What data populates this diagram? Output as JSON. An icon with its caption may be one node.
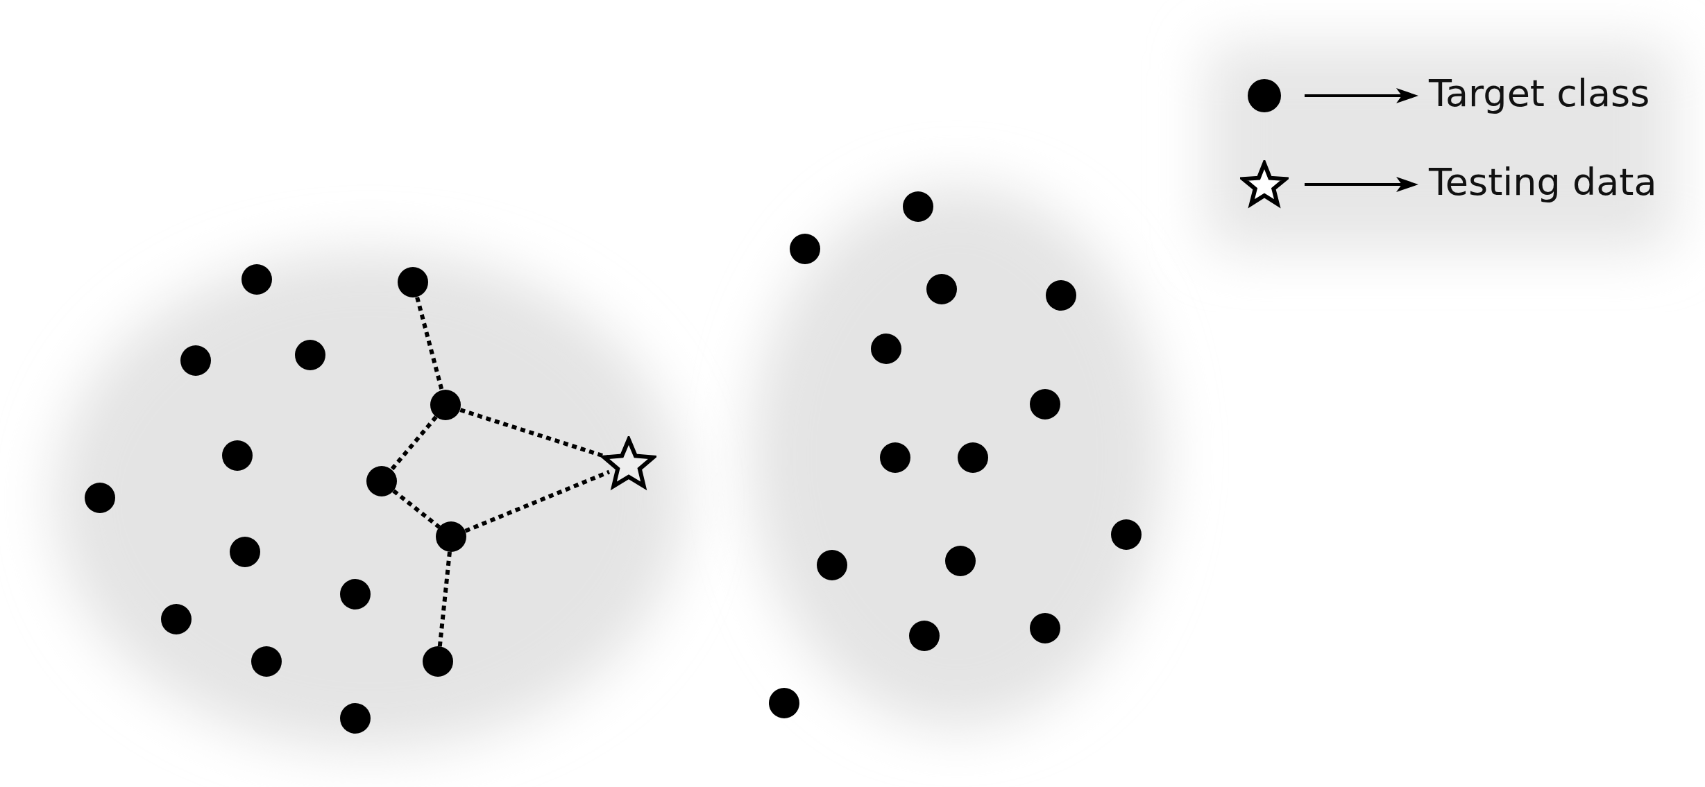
{
  "diagram": {
    "nodes": [
      {
        "text": [],
        "shape": "circle"
      },
      {
        "text": [],
        "shape": "circle"
      },
      {
        "text": [],
        "shape": "circle"
      },
      {
        "text": [],
        "shape": "circle"
      },
      {
        "text": [],
        "shape": "circle"
      },
      {
        "text": [],
        "shape": "circle"
      },
      {
        "text": [],
        "shape": "circle"
      },
      {
        "text": [],
        "shape": "circle"
      },
      {
        "text": [],
        "shape": "circle"
      },
      {
        "text": [],
        "shape": "circle"
      },
      {
        "text": [],
        "shape": "circle"
      },
      {
        "text": [],
        "shape": "circle"
      },
      {
        "text": [],
        "shape": "circle"
      },
      {
        "text": [],
        "shape": "circle"
      },
      {
        "text": [],
        "shape": "circle"
      },
      {
        "text": [],
        "shape": "star"
      },
      {
        "text": [],
        "shape": "circle"
      },
      {
        "text": [],
        "shape": "circle"
      },
      {
        "text": [],
        "shape": "circle"
      },
      {
        "text": [],
        "shape": "circle"
      },
      {
        "text": [],
        "shape": "circle"
      },
      {
        "text": [],
        "shape": "circle"
      },
      {
        "text": [],
        "shape": "circle"
      },
      {
        "text": [],
        "shape": "circle"
      },
      {
        "text": [],
        "shape": "circle"
      },
      {
        "text": [],
        "shape": "circle"
      },
      {
        "text": [],
        "shape": "circle"
      },
      {
        "text": [],
        "shape": "circle"
      },
      {
        "text": [],
        "shape": "circle"
      },
      {
        "text": [],
        "shape": "circle"
      }
    ],
    "edges": [
      {
        "from": 1,
        "to": 4,
        "arrow": "none",
        "style": "dashed"
      },
      {
        "from": 4,
        "to": 15,
        "arrow": "none",
        "style": "dashed"
      },
      {
        "from": 4,
        "to": 6,
        "arrow": "none",
        "style": "dashed"
      },
      {
        "from": 6,
        "to": 8,
        "arrow": "none",
        "style": "dashed"
      },
      {
        "from": 8,
        "to": 15,
        "arrow": "none",
        "style": "dashed"
      },
      {
        "from": 8,
        "to": 13,
        "arrow": "none",
        "style": "dashed"
      }
    ],
    "legend": [
      {
        "text": "Target class"
      },
      {
        "text": "Testing data"
      }
    ]
  }
}
